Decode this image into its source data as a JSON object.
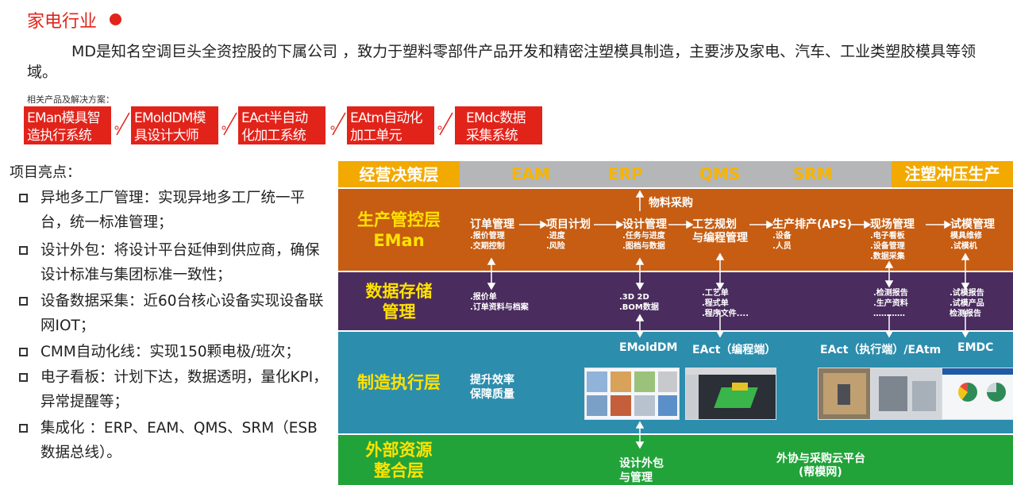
{
  "header": {
    "title": "家电行业",
    "intro": "MD是知名空调巨头全资控股的下属公司 ，致力于塑料零部件产品开发和精密注塑模具制造，主要涉及家电、汽车、工业类塑胶模具等领域。",
    "related_label": "相关产品及解决方案："
  },
  "products": [
    {
      "line1": "EMan模具智",
      "line2": "造执行系统"
    },
    {
      "line1": "EMoldDM模",
      "line2": "具设计大师"
    },
    {
      "line1": "EAct半自动",
      "line2": "化加工系统"
    },
    {
      "line1": "EAtm自动化",
      "line2": "加工单元"
    },
    {
      "line1": "EMdc数据",
      "line2": "采集系统"
    }
  ],
  "highlights": {
    "heading": "项目亮点：",
    "items": [
      "异地多工厂管理：实现异地多工厂统一平台，统一标准管理；",
      "设计外包：将设计平台延伸到供应商，确保设计标准与集团标准一致性；",
      " 设备数据采集：近60台核心设备实现设备联网IOT；",
      "CMM自动化线：实现150颗电极/班次；",
      "电子看板：计划下达，数据透明，量化KPI，异常提醒等；",
      "集成化 ：ERP、EAM、QMS、SRM（ESB数据总线）。"
    ]
  },
  "diagram": {
    "layer1": {
      "label": "经营决策层",
      "systems": [
        "EAM",
        "ERP",
        "QMS",
        "SRM"
      ],
      "right": "注塑冲压生产"
    },
    "layer2": {
      "label1": "生产管控层",
      "label2": "EMan",
      "purchase": "物料采购",
      "steps": [
        {
          "title": "订单管理",
          "subs": [
            ".报价管理",
            ".交期控制"
          ]
        },
        {
          "title": "项目计划",
          "subs": [
            ".进度",
            ".风险"
          ]
        },
        {
          "title": "设计管理",
          "subs": [
            ".任务与进度",
            ".图档与数据"
          ]
        },
        {
          "title": "工艺规划",
          "title2": "与编程管理",
          "subs": []
        },
        {
          "title": "生产排产(APS)",
          "subs": [
            ".设备",
            ".人员"
          ]
        },
        {
          "title": "现场管理",
          "subs": [
            ".电子看板",
            ".设备管理",
            ".数据采集"
          ]
        },
        {
          "title": "试模管理",
          "subs": [
            "模具维修",
            ".试模机"
          ]
        }
      ]
    },
    "layer3": {
      "label1": "数据存储",
      "label2": "管理",
      "notes": [
        [
          ".报价单",
          ".订单资料与档案"
        ],
        [
          ".3D   2D",
          ".BOM数据"
        ],
        [
          ".工艺单",
          ".程式单",
          ".程序文件...."
        ],
        [
          ".检测报告",
          ".生产资料",
          "…………"
        ],
        [
          ".试模报告",
          ".试模产品",
          "检测报告"
        ]
      ]
    },
    "layer4": {
      "label": "制造执行层",
      "modules": [
        "EMoldDM",
        "EAct（编程端）",
        "EAct（执行端）/EAtm",
        "EMDC"
      ],
      "benefit1": "提升效率",
      "benefit2": "保障质量"
    },
    "layer5": {
      "label1": "外部资源",
      "label2": "整合层",
      "design1": "设计外包",
      "design2": "与管理",
      "cloud1": "外协与采购云平台",
      "cloud2": "(帮模网)"
    }
  },
  "colors": {
    "accent_red": "#e2231a",
    "layer1": "#b4b6b8",
    "layer1_tag": "#f2a900",
    "layer2": "#c65d12",
    "layer3": "#4a2c5e",
    "layer4": "#2c8dad",
    "layer5": "#22a33a",
    "label_yellow": "#ffe200"
  }
}
